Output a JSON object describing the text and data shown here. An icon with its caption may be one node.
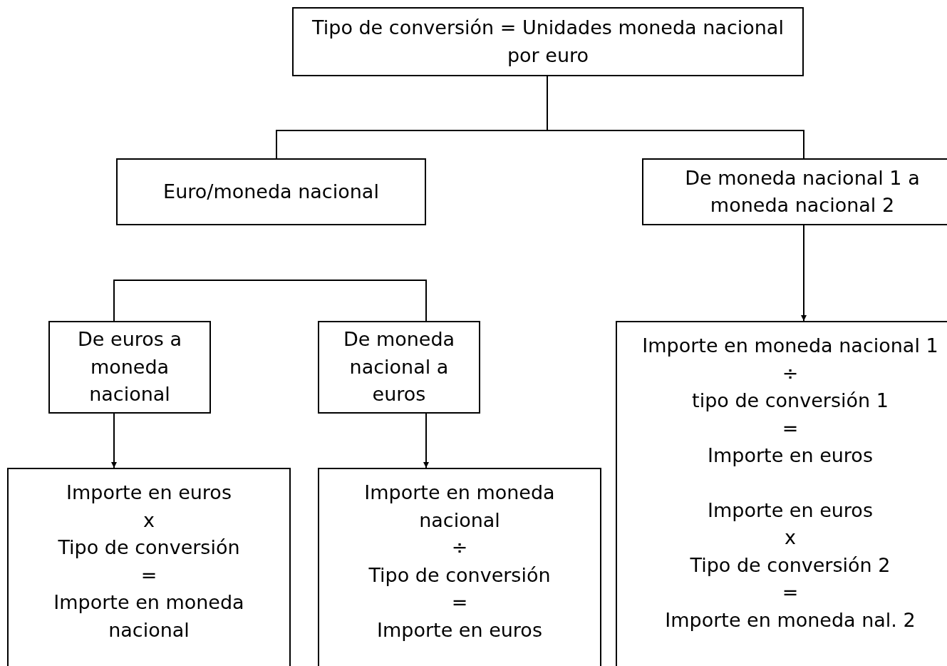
{
  "diagram": {
    "nodes": [
      {
        "text": [
          "Tipo de conversión = Unidades moneda nacional por euro"
        ]
      },
      {
        "text": [
          "Euro/moneda nacional"
        ]
      },
      {
        "text": [
          "De moneda nacional 1 a moneda nacional 2"
        ]
      },
      {
        "text": [
          "De euros a moneda nacional"
        ]
      },
      {
        "text": [
          "De moneda nacional a euros"
        ]
      },
      {
        "text": [
          "Importe en euros",
          "x",
          "Tipo de conversión",
          "=",
          "Importe en moneda nacional"
        ]
      },
      {
        "text": [
          "Importe en moneda nacional",
          "÷",
          "Tipo de conversión",
          "=",
          "Importe en euros"
        ]
      },
      {
        "text": [
          "Importe en moneda nacional 1",
          "÷",
          "tipo de conversión 1",
          "=",
          "Importe en euros",
          "Importe en euros",
          "x",
          "Tipo de conversión 2",
          "=",
          "Importe en moneda nal. 2"
        ]
      }
    ],
    "edges": [
      {
        "from": 0,
        "to": 1,
        "arrow": "none"
      },
      {
        "from": 0,
        "to": 2,
        "arrow": "none"
      },
      {
        "from": 3,
        "to": 4,
        "arrow": "none"
      },
      {
        "from": 2,
        "to": 7,
        "arrow": "to"
      },
      {
        "from": 3,
        "to": 5,
        "arrow": "to"
      },
      {
        "from": 4,
        "to": 6,
        "arrow": "to"
      }
    ]
  }
}
